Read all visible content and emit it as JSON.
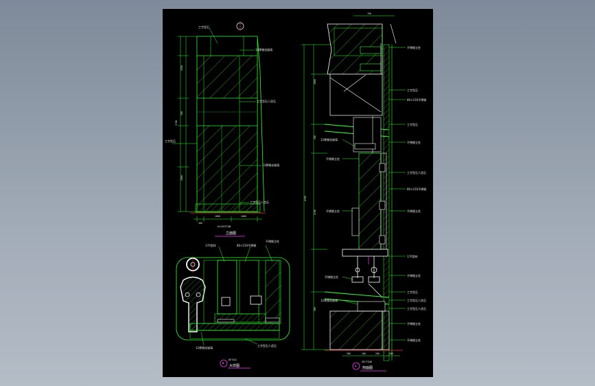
{
  "colors": {
    "background": "#000000",
    "linework": "#33ff33",
    "material": "#88cc22",
    "accent": "#ff33ff",
    "text": "#e8e8e8",
    "cut_line": "#ff3333"
  },
  "elevation": {
    "label_top": "工字型石",
    "label_left": "工字型石",
    "label_mid1": "工字型石人造石",
    "label_mid2": "12厚钢化玻璃",
    "label_upper": "12厚钢化玻璃",
    "label_bottom": "工字型石人造石",
    "dims_bottom": [
      "400",
      "1000",
      "1000"
    ],
    "scale_text": "ELEVATION",
    "title": "立面图"
  },
  "plan": {
    "labels": [
      "170型材",
      "80×150不锈钢",
      "不锈钢立柱",
      "工字型石人造石",
      "12厚钢化玻璃"
    ],
    "bubble": "B",
    "scale_text": "DETAIL",
    "title": "大样图"
  },
  "section": {
    "dim_top": "700",
    "labels_right": [
      "不锈钢立柱",
      "工字型石",
      "80×150不锈钢",
      "工字型石",
      "不锈钢立柱",
      "工字型石人造石",
      "80×150不锈钢",
      "不锈钢立柱",
      "170型材",
      "不锈钢立柱",
      "工字型石",
      "工字型石人造石",
      "工字型石人造石",
      "不锈钢立柱",
      "不锈钢立柱"
    ],
    "labels_left": [
      "12厚钢化玻璃",
      "不锈钢立柱",
      "不锈钢立柱",
      "不锈钢立柱",
      "12厚钢化玻璃"
    ],
    "dims_bottom": [
      "300",
      "100",
      "200",
      "100"
    ],
    "bubble": "A",
    "scale_text": "SECTION",
    "title": "剖面图"
  }
}
